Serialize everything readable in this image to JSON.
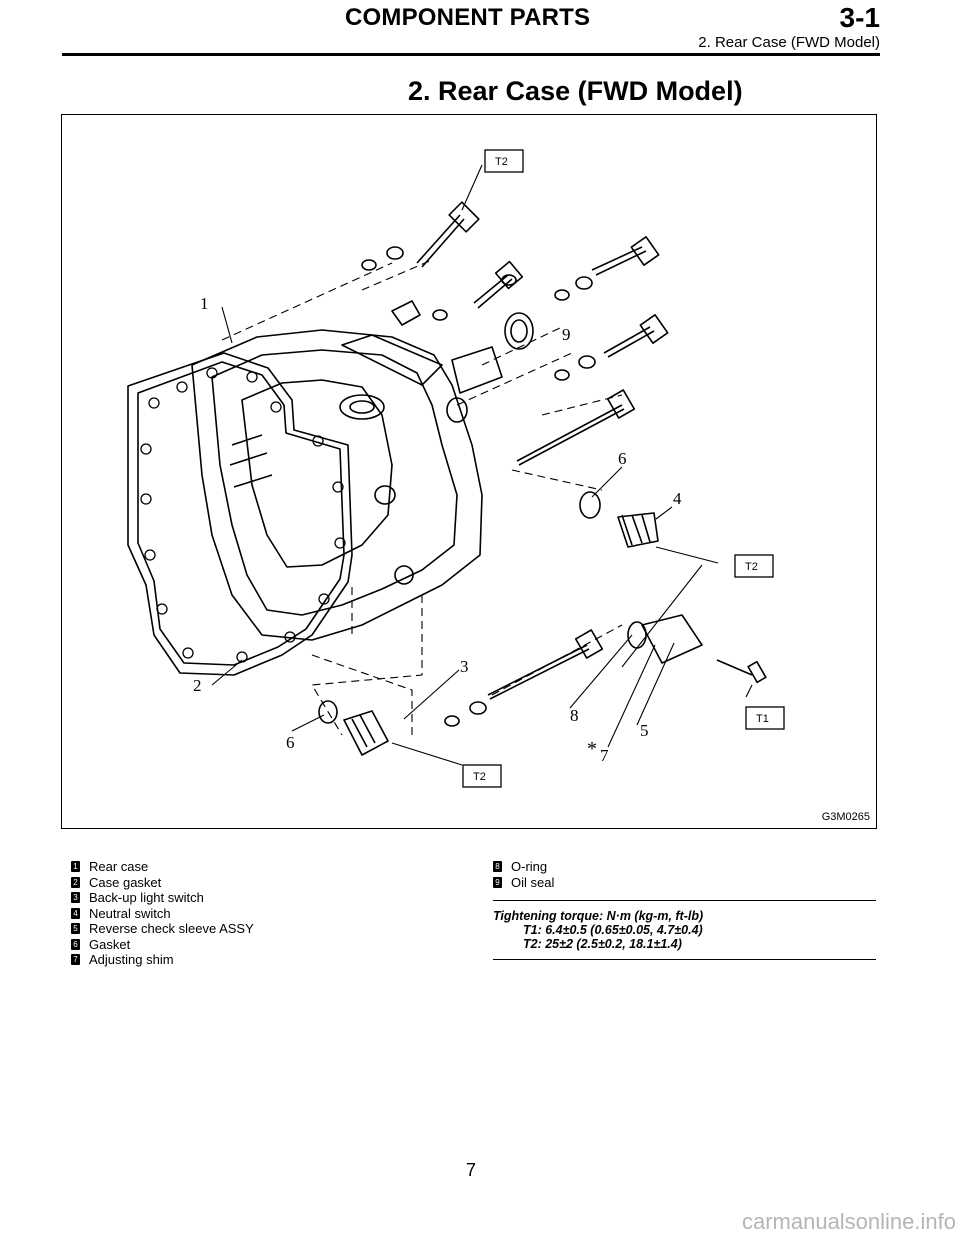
{
  "header": {
    "title": "COMPONENT PARTS",
    "section": "3-1",
    "subtitle": "2. Rear Case (FWD Model)"
  },
  "page_title": "2. Rear Case (FWD Model)",
  "figure": {
    "code": "G3M0265",
    "callouts": [
      "1",
      "2",
      "3",
      "4",
      "5",
      "6",
      "6",
      "7",
      "8",
      "9"
    ],
    "asterisk": "*",
    "torque_tags": [
      "T2",
      "T2",
      "T2",
      "T1"
    ]
  },
  "legend_left": [
    {
      "num": "1",
      "label": "Rear case"
    },
    {
      "num": "2",
      "label": "Case gasket"
    },
    {
      "num": "3",
      "label": "Back-up light switch"
    },
    {
      "num": "4",
      "label": "Neutral switch"
    },
    {
      "num": "5",
      "label": "Reverse check sleeve ASSY"
    },
    {
      "num": "6",
      "label": "Gasket"
    },
    {
      "num": "7",
      "label": "Adjusting shim"
    }
  ],
  "legend_right": [
    {
      "num": "8",
      "label": "O-ring"
    },
    {
      "num": "9",
      "label": "Oil seal"
    }
  ],
  "torque": {
    "heading": "Tightening torque: N·m (kg-m, ft-lb)",
    "t1": "T1: 6.4±0.5 (0.65±0.05, 4.7±0.4)",
    "t2": "T2: 25±2 (2.5±0.2, 18.1±1.4)"
  },
  "page_number": "7",
  "watermark": "carmanualsonline.info"
}
